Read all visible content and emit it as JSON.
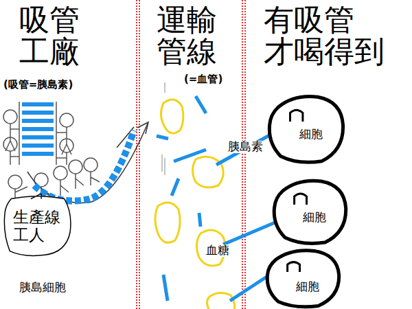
{
  "diagram": {
    "nodes": [
      {
        "text": [
          "生產線 工人"
        ]
      },
      {
        "text": [
          "細胞"
        ]
      },
      {
        "text": [
          "細胞"
        ]
      },
      {
        "text": [
          "細胞"
        ]
      }
    ],
    "labels": [
      "吸管 工廠",
      "(吸管=胰島素)",
      "運輸 管線",
      "(=血管)",
      "有吸管 才喝得到",
      "胰島細胞",
      "胰島素",
      "血糖"
    ]
  }
}
